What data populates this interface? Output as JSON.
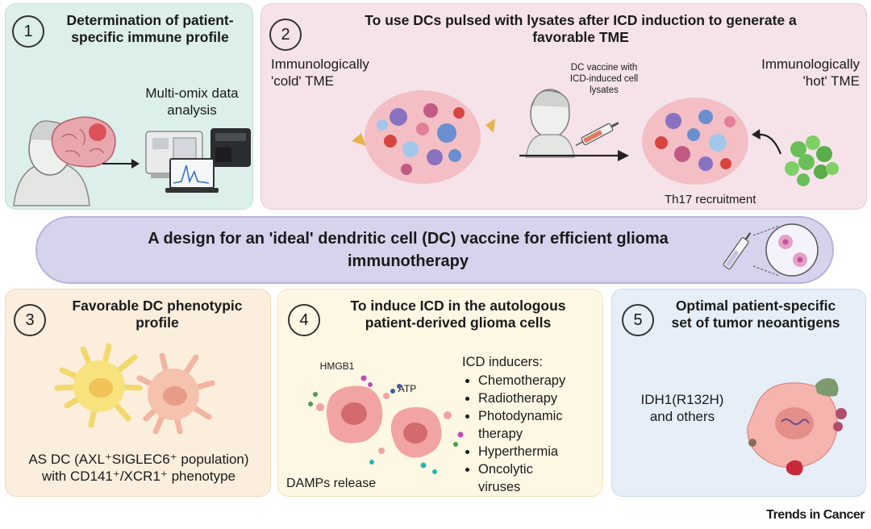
{
  "panel1": {
    "number": "1",
    "title_line1": "Determination of patient-",
    "title_line2": "specific immune profile",
    "analysis_line1": "Multi-omix data",
    "analysis_line2": "analysis"
  },
  "panel2": {
    "number": "2",
    "title_line1": "To use DCs pulsed with lysates after ICD induction to generate a",
    "title_line2": "favorable TME",
    "cold_line1": "Immunologically",
    "cold_line2": "'cold' TME",
    "vaccine_line1": "DC vaccine with",
    "vaccine_line2": "ICD-induced cell",
    "vaccine_line3": "lysates",
    "hot_line1": "Immunologically",
    "hot_line2": "'hot' TME",
    "th17": "Th17 recruitment"
  },
  "banner": {
    "title_line1": "A design for an 'ideal' dendritic cell (DC) vaccine for efficient glioma",
    "title_line2": "immunotherapy"
  },
  "panel3": {
    "number": "3",
    "title_line1": "Favorable DC phenotypic",
    "title_line2": "profile",
    "desc_line1": "AS DC (AXL⁺SIGLEC6⁺ population)",
    "desc_line2": "with CD141⁺/XCR1⁺ phenotype"
  },
  "panel4": {
    "number": "4",
    "title_line1": "To induce ICD in the autologous",
    "title_line2": "patient-derived glioma cells",
    "hmgb1": "HMGB1",
    "atp": "ATP",
    "damps": "DAMPs release",
    "inducers_heading": "ICD inducers:",
    "inducers": [
      "Chemotherapy",
      "Radiotherapy",
      "Photodynamic",
      "therapy",
      "Hyperthermia",
      "Oncolytic",
      "viruses"
    ]
  },
  "panel5": {
    "number": "5",
    "title_line1": "Optimal patient-specific",
    "title_line2": "set of tumor neoantigens",
    "antigen_line1": "IDH1(R132H)",
    "antigen_line2": "and others"
  },
  "footer": "Trends in Cancer",
  "colors": {
    "panel1_bg": "#dcefea",
    "panel2_bg": "#f6e3ea",
    "banner_bg": "#d6d3ec",
    "panel3_bg": "#fbeedd",
    "panel4_bg": "#fdf7e4",
    "panel5_bg": "#e6eef8"
  }
}
